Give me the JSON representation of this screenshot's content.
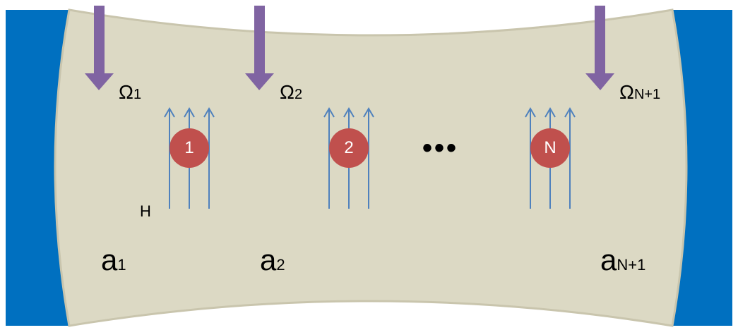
{
  "diagram": {
    "omega_labels": [
      {
        "base": "Ω",
        "sub": "1"
      },
      {
        "base": "Ω",
        "sub": "2"
      },
      {
        "base": "Ω",
        "sub": "N+1"
      }
    ],
    "mode_labels": [
      {
        "base": "a",
        "sub": "1"
      },
      {
        "base": "a",
        "sub": "2"
      },
      {
        "base": "a",
        "sub": "N+1"
      }
    ],
    "atoms": [
      "1",
      "2",
      "N"
    ],
    "field_label": "H",
    "ellipsis": "•••",
    "colors": {
      "mirror": "#0070c0",
      "cavity_fill": "#dcd9c4",
      "cavity_edge": "#c9c5ad",
      "pump_arrow": "#8064a2",
      "atom": "#c0504d",
      "field_lines": "#4f81bd"
    }
  }
}
